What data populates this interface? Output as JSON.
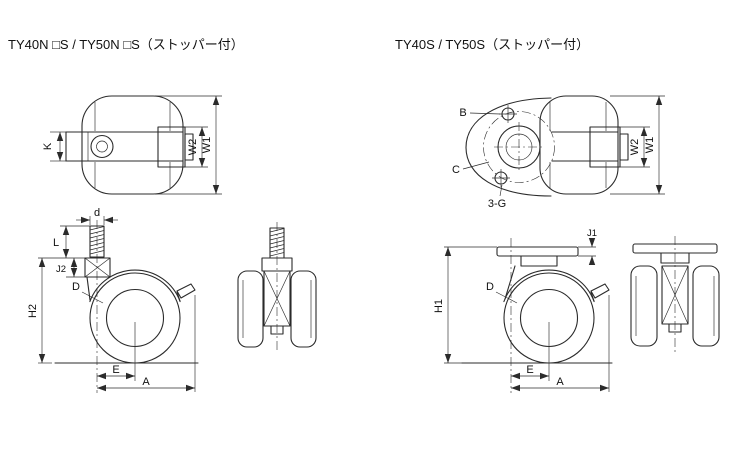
{
  "titles": {
    "left": "TY40N □S / TY50N □S（ストッパー付）",
    "right": "TY40S / TY50S（ストッパー付）"
  },
  "labels": {
    "top_stem": {
      "k": "K",
      "w2": "W2",
      "w1": "W1"
    },
    "top_plate": {
      "b": "B",
      "c": "C",
      "g3": "3-G",
      "w2": "W2",
      "w1": "W1"
    },
    "side_stem": {
      "d": "d",
      "l": "L",
      "j2": "J2",
      "dia": "D",
      "h2": "H2",
      "e": "E",
      "a": "A"
    },
    "side_plate": {
      "j1": "J1",
      "dia": "D",
      "h1": "H1",
      "e": "E",
      "a": "A"
    }
  },
  "colors": {
    "line": "#2b2b2b",
    "background": "#ffffff"
  }
}
